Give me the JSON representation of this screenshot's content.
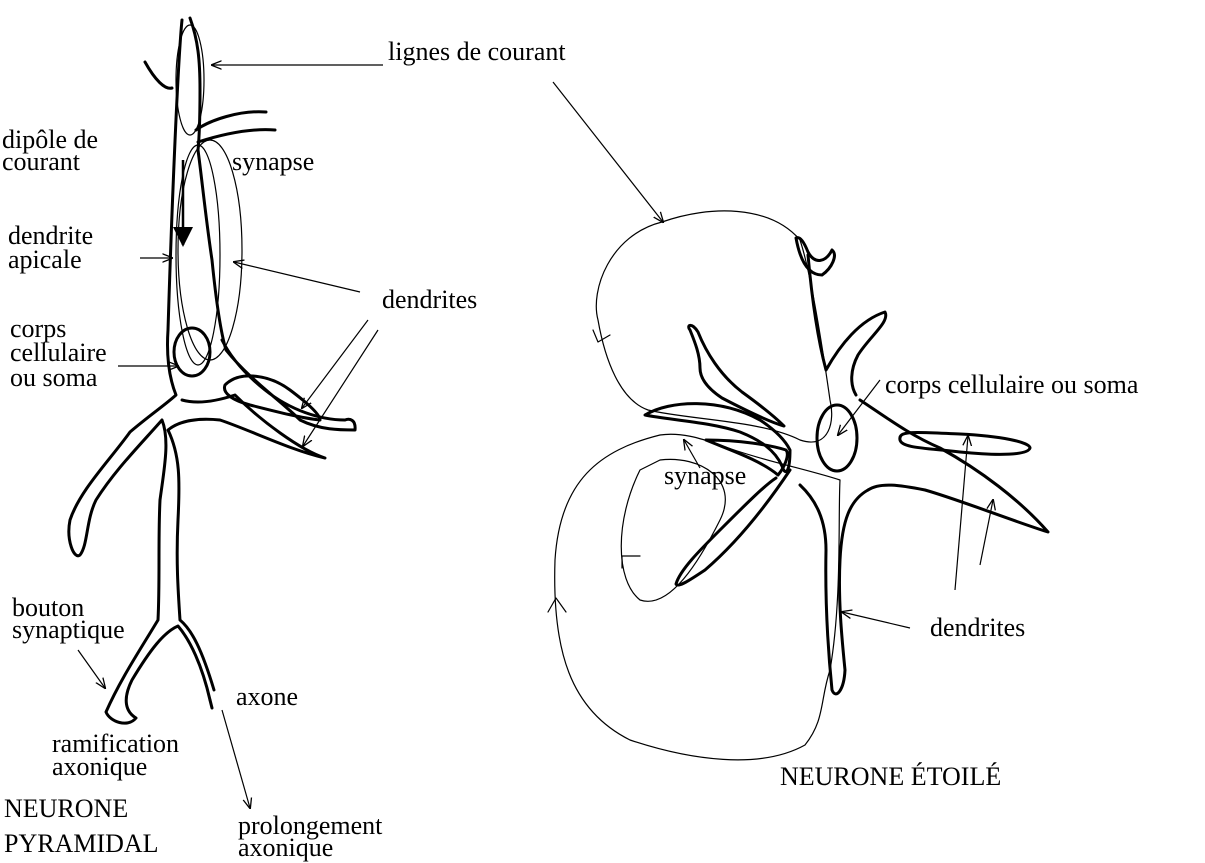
{
  "pyramidal": {
    "lignes_de_courant": "lignes de courant",
    "dipole_line1": "dipôle de",
    "dipole_line2": "courant",
    "synapse": "synapse",
    "dendrite_line1": "dendrite",
    "dendrite_line2": "apicale",
    "dendrites": "dendrites",
    "corps_line1": "corps",
    "corps_line2": "cellulaire",
    "corps_line3": "ou soma",
    "bouton_line1": "bouton",
    "bouton_line2": "synaptique",
    "axone": "axone",
    "ramification_line1": "ramification",
    "ramification_line2": "axonique",
    "title_line1": "NEURONE",
    "title_line2": "PYRAMIDAL",
    "prolongement_line1": "prolongement",
    "prolongement_line2": "axonique"
  },
  "stellate": {
    "corps": "corps cellulaire ou soma",
    "synapse": "synapse",
    "dendrites": "dendrites",
    "title": "NEURONE ÉTOILÉ"
  }
}
